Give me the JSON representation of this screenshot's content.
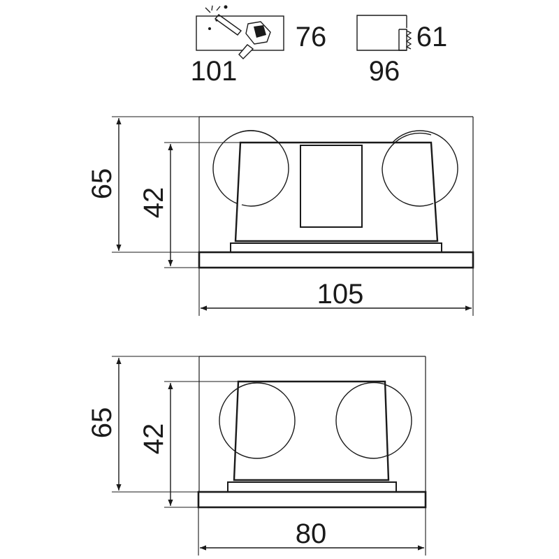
{
  "cutout_info": {
    "round_cutout": {
      "width": "101",
      "height": "76",
      "icon": "saw-tool-icon"
    },
    "square_cutout": {
      "width": "96",
      "height": "61",
      "icon": "serrated-edge-icon"
    }
  },
  "front_view": {
    "outer_height": "65",
    "inner_height": "42",
    "width": "105"
  },
  "side_view": {
    "outer_height": "65",
    "inner_height": "42",
    "width": "80"
  },
  "colors": {
    "line": "#1a1a1a",
    "background": "#ffffff"
  }
}
